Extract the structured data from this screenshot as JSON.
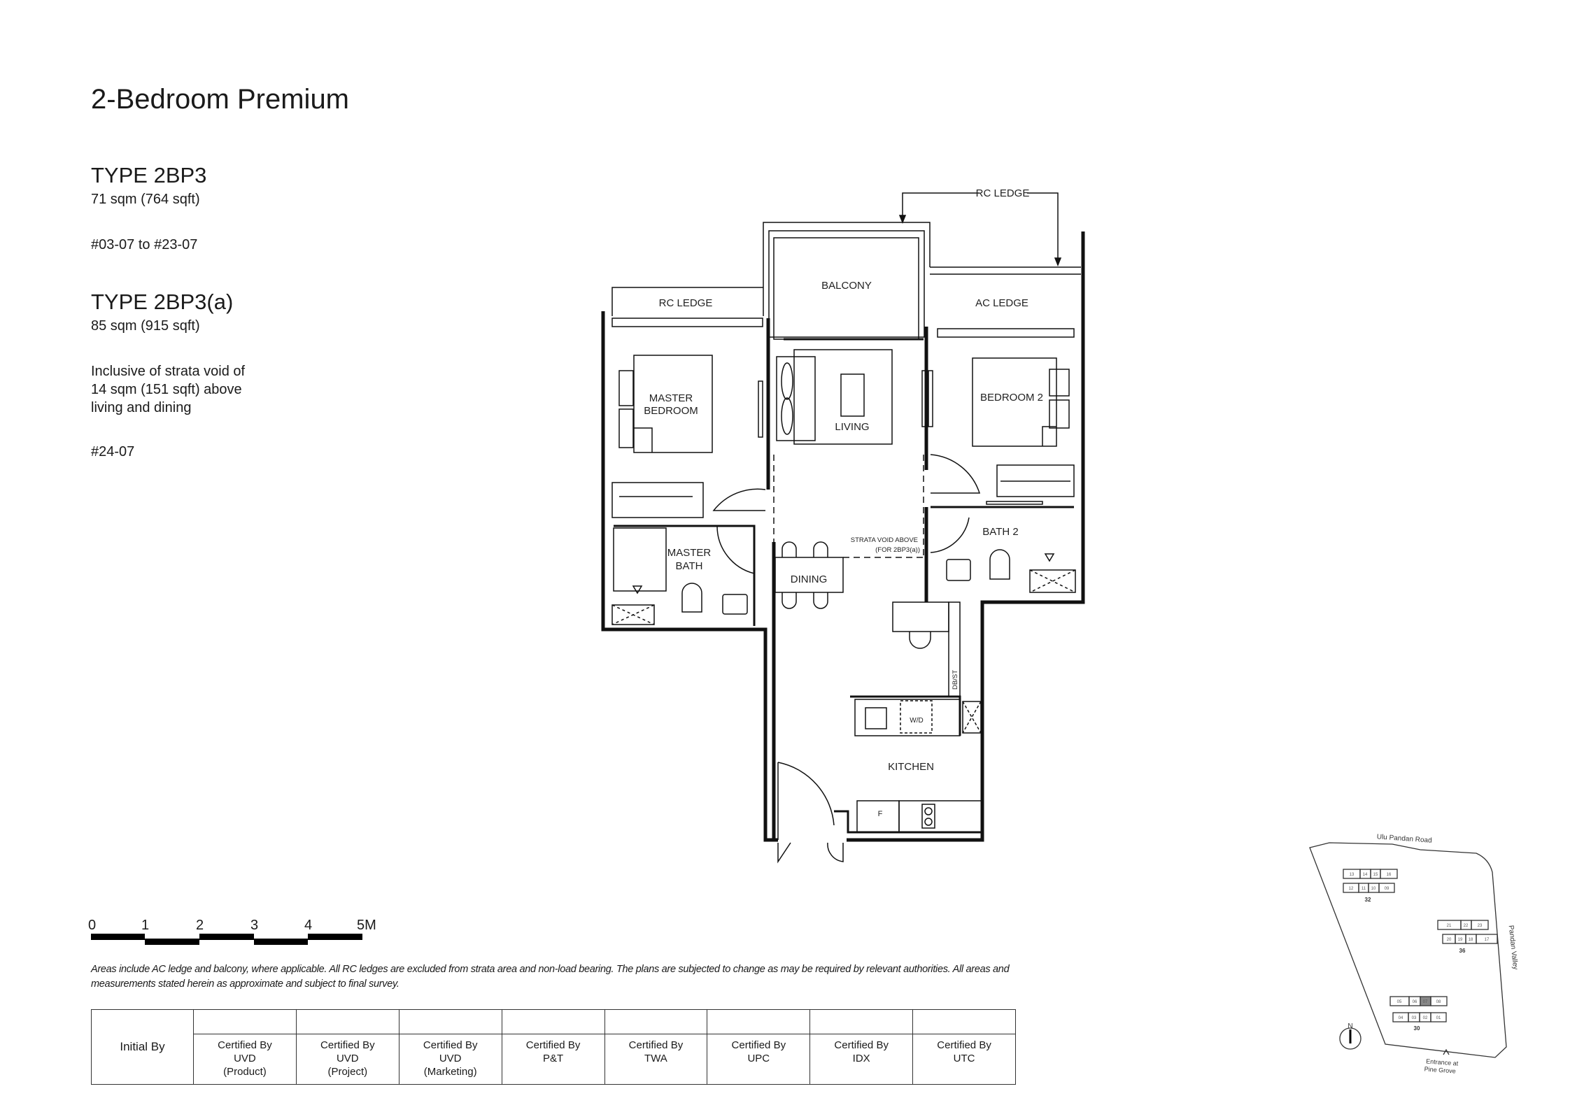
{
  "heading": {
    "title": "2-Bedroom Premium"
  },
  "types": [
    {
      "name": "TYPE 2BP3",
      "area": "71 sqm (764 sqft)",
      "units": "#03-07 to #23-07"
    },
    {
      "name": "TYPE 2BP3(a)",
      "area": "85 sqm (915 sqft)",
      "note_lines": [
        "Inclusive of strata void of",
        "14 sqm (151 sqft) above",
        "living and dining"
      ],
      "units": "#24-07"
    }
  ],
  "floor_plan": {
    "rc_ledge_top": "RC LEDGE",
    "rc_ledge_left": "RC LEDGE",
    "balcony": "BALCONY",
    "ac_ledge": "AC LEDGE",
    "master_bedroom": [
      "MASTER",
      "BEDROOM"
    ],
    "living": "LIVING",
    "bedroom2": "BEDROOM 2",
    "master_bath": [
      "MASTER",
      "BATH"
    ],
    "bath2": "BATH 2",
    "dining": "DINING",
    "strata_void": [
      "STRATA VOID ABOVE",
      "(FOR 2BP3(a))"
    ],
    "db_st": "DB/ST",
    "wd": "W/D",
    "kitchen": "KITCHEN",
    "fridge": "F"
  },
  "scale_bar": {
    "labels": [
      "0",
      "1",
      "2",
      "3",
      "4",
      "5M"
    ]
  },
  "footnote": "Areas include AC ledge and balcony, where applicable. All RC ledges are excluded from strata area and non-load bearing. The plans are subjected to change as may be required by relevant authorities. All areas and measurements stated herein as approximate and subject to final survey.",
  "certification_table": {
    "first_col": "Initial By",
    "columns": [
      [
        "Certified By",
        "UVD",
        "(Product)"
      ],
      [
        "Certified By",
        "UVD",
        "(Project)"
      ],
      [
        "Certified By",
        "UVD",
        "(Marketing)"
      ],
      [
        "Certified By",
        "P&T"
      ],
      [
        "Certified By",
        "TWA"
      ],
      [
        "Certified By",
        "UPC"
      ],
      [
        "Certified By",
        "IDX"
      ],
      [
        "Certified By",
        "UTC"
      ]
    ]
  },
  "site_map": {
    "road_top": "Ulu Pandan Road",
    "road_right": "Pandan Valley",
    "entrance": [
      "Entrance at",
      "Pine Grove"
    ],
    "compass": "N",
    "blocks": [
      {
        "number": "32",
        "units_top": [
          "13",
          "14",
          "15",
          "16"
        ],
        "units_bottom": [
          "12",
          "11",
          "10",
          "09"
        ]
      },
      {
        "number": "36",
        "units_top": [
          "21",
          "22",
          "23"
        ],
        "units_bottom": [
          "20",
          "19",
          "18",
          "17"
        ]
      },
      {
        "number": "30",
        "units_top": [
          "05",
          "06",
          "07",
          "08"
        ],
        "units_bottom": [
          "04",
          "03",
          "02",
          "01"
        ]
      }
    ],
    "highlighted_unit": "07",
    "highlight_color": "#888888"
  }
}
